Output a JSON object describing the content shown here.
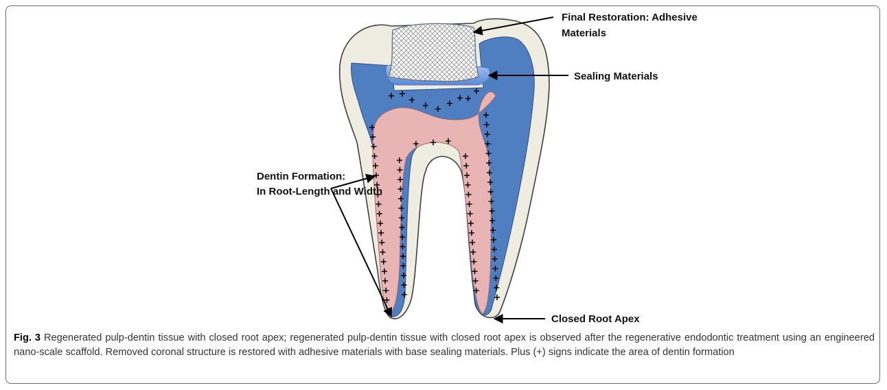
{
  "labels": {
    "final_restoration_line1": "Final Restoration: Adhesive",
    "final_restoration_line2": "Materials",
    "sealing": "Sealing Materials",
    "dentin_line1": "Dentin Formation:",
    "dentin_line2": "In Root-Length and Width",
    "closed_apex": "Closed Root Apex"
  },
  "caption": {
    "fig_number": "Fig. 3",
    "text": "Regenerated pulp-dentin tissue with closed root apex; regenerated pulp-dentin tissue with closed root apex is observed after the regenerative endodontic treatment using an engineered nano-scale scaffold. Removed coronal structure is restored with adhesive materials with base sealing materials. Plus (+) signs indicate the area of dentin formation"
  },
  "plus_symbol": "+",
  "colors": {
    "enamel": "#efece1",
    "dentin": "#4f7fc0",
    "pulp": "#e8b4b4",
    "sealing": "#7ea8e8",
    "restoration": "#ffffff",
    "outline": "#3e3e3e"
  }
}
